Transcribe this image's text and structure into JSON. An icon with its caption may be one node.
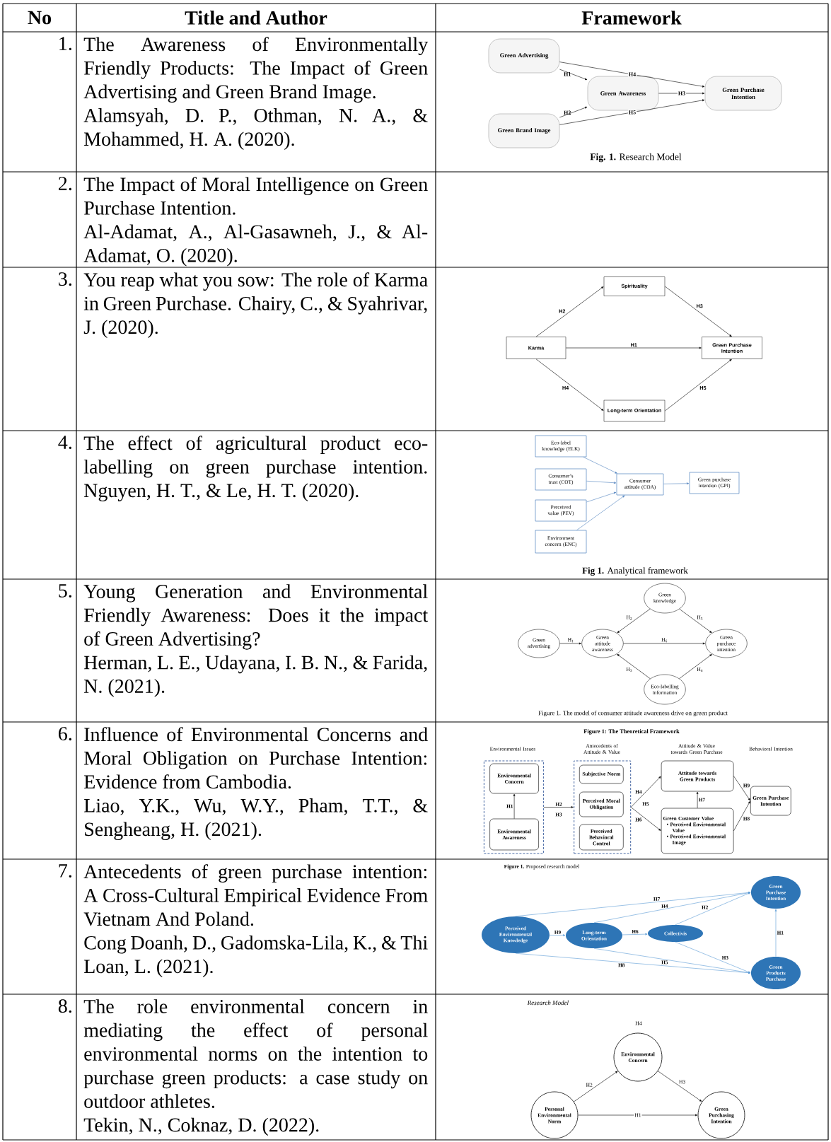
{
  "diagram": {
    "nodes": [
      {
        "text": [
          "Green Advertising"
        ]
      },
      {
        "text": [
          "Green Brand Image"
        ]
      },
      {
        "text": [
          "Green Awareness"
        ]
      },
      {
        "text": [
          "Green Purchase Intention"
        ]
      },
      {
        "text": [
          "Spirituality"
        ]
      },
      {
        "text": [
          "Karma"
        ]
      },
      {
        "text": [
          "Green Purchase Intention"
        ]
      },
      {
        "text": [
          "Long-term Orientation"
        ]
      },
      {
        "text": [
          "Eco-label knowledge (ELK)"
        ]
      },
      {
        "text": [
          "Consumer’s trust (COT)"
        ]
      },
      {
        "text": [
          "Perceived value (PEV)"
        ]
      },
      {
        "text": [
          "Environment concern (ENC)"
        ]
      },
      {
        "text": [
          "Consumer attitude (COA)"
        ]
      },
      {
        "text": [
          "Green purchase intention (GPI)"
        ]
      },
      {
        "text": [
          "Green knowledge"
        ]
      },
      {
        "text": [
          "Green advertising"
        ]
      },
      {
        "text": [
          "Green attitude awareness"
        ]
      },
      {
        "text": [
          "Green purchace intention"
        ]
      },
      {
        "text": [
          "Eco-labelling information"
        ]
      },
      {
        "text": [],
        "shape": "box"
      },
      {
        "text": [
          "Environmental Concern"
        ],
        "in": 19
      },
      {
        "text": [
          "Environmental Awareness"
        ],
        "in": 19
      },
      {
        "text": [],
        "shape": "box"
      },
      {
        "text": [
          "Subjective Norm"
        ],
        "in": 22
      },
      {
        "text": [
          "Perceived Moral Obligation"
        ],
        "in": 22
      },
      {
        "text": [
          "Perceived Behavioral Control"
        ],
        "in": 22
      },
      {
        "text": [
          "Attitude towards Green Products"
        ]
      },
      {
        "text": [
          "Green Customer Value",
          "• Perceived Environmental Value",
          "• Perceived Environmental Image"
        ]
      },
      {
        "text": [
          "Green Purchase Intention"
        ]
      },
      {
        "text": [
          "Green Purchase Intention"
        ]
      },
      {
        "text": [
          "Perceived Environmental Knowledge"
        ]
      },
      {
        "text": [
          "Long-term Orientation"
        ]
      },
      {
        "text": [
          "Collectivis"
        ]
      },
      {
        "text": [
          "Green Products Purchase"
        ]
      },
      {
        "text": [
          "Environmental Concern"
        ]
      },
      {
        "text": [
          "Personal Environmental Norm"
        ]
      },
      {
        "text": [
          "Green Purchasing Intention"
        ]
      }
    ],
    "edges": [
      {
        "from": 0,
        "to": 2,
        "arrow": "to",
        "label": "H1"
      },
      {
        "from": 1,
        "to": 2,
        "arrow": "to",
        "label": "H2"
      },
      {
        "from": 2,
        "to": 3,
        "arrow": "to",
        "label": "H3"
      },
      {
        "from": 0,
        "to": 3,
        "arrow": "to",
        "label": "H4"
      },
      {
        "from": 1,
        "to": 3,
        "arrow": "to",
        "label": "H5"
      },
      {
        "from": 5,
        "to": 4,
        "arrow": "to",
        "label": "H2"
      },
      {
        "from": 4,
        "to": 6,
        "arrow": "to",
        "label": "H3"
      },
      {
        "from": 5,
        "to": 6,
        "arrow": "to",
        "label": "H1"
      },
      {
        "from": 5,
        "to": 7,
        "arrow": "to",
        "label": "H4"
      },
      {
        "from": 7,
        "to": 6,
        "arrow": "to",
        "label": "H5"
      },
      {
        "from": 8,
        "to": 12,
        "arrow": "to",
        "color": "#4f81bd"
      },
      {
        "from": 9,
        "to": 12,
        "arrow": "to",
        "color": "#4f81bd"
      },
      {
        "from": 10,
        "to": 12,
        "arrow": "to",
        "color": "#4f81bd"
      },
      {
        "from": 11,
        "to": 12,
        "arrow": "to",
        "color": "#4f81bd"
      },
      {
        "from": 12,
        "to": 13,
        "arrow": "to",
        "color": "#4f81bd"
      },
      {
        "from": 15,
        "to": 16,
        "arrow": "to",
        "label": "H$_{1}$"
      },
      {
        "from": 14,
        "to": 16,
        "arrow": "to",
        "label": "H$_{2}$"
      },
      {
        "from": 18,
        "to": 16,
        "arrow": "to",
        "label": "H$_{3}$"
      },
      {
        "from": 18,
        "to": 17,
        "arrow": "to",
        "label": "H$_{4}$"
      },
      {
        "from": 14,
        "to": 17,
        "arrow": "to",
        "label": "H$_{5}$"
      },
      {
        "from": 16,
        "to": 17,
        "arrow": "to",
        "label": "H$_{6}$"
      },
      {
        "from": 21,
        "to": 20,
        "arrow": "to",
        "label": "H1"
      },
      {
        "from": 19,
        "to": 22,
        "arrow": "to",
        "label": "H2"
      },
      {
        "from": 22,
        "to": 26,
        "arrow": "to",
        "label": "H4"
      },
      {
        "from": 22,
        "to": 27,
        "arrow": "to",
        "label": "H6"
      },
      {
        "from": 27,
        "to": 26,
        "arrow": "to",
        "label": "H7"
      },
      {
        "from": 26,
        "to": 28,
        "arrow": "to",
        "label": "H9"
      },
      {
        "from": 27,
        "to": 28,
        "arrow": "to",
        "label": "H8"
      },
      {
        "from": 30,
        "to": 31,
        "arrow": "to",
        "label": "H9",
        "color": "#5b9bd5"
      },
      {
        "from": 31,
        "to": 32,
        "arrow": "to",
        "label": "H6",
        "color": "#5b9bd5"
      },
      {
        "from": 30,
        "to": 29,
        "arrow": "to",
        "label": "H7",
        "color": "#5b9bd5"
      },
      {
        "from": 31,
        "to": 29,
        "arrow": "to",
        "label": "H4",
        "color": "#5b9bd5"
      },
      {
        "from": 32,
        "to": 29,
        "arrow": "to",
        "label": "H2",
        "color": "#5b9bd5"
      },
      {
        "from": 33,
        "to": 29,
        "arrow": "to",
        "label": "H1",
        "color": "#5b9bd5"
      },
      {
        "from": 30,
        "to": 33,
        "arrow": "to",
        "label": "H8",
        "color": "#5b9bd5"
      },
      {
        "from": 31,
        "to": 33,
        "arrow": "to",
        "label": "H5",
        "color": "#5b9bd5"
      },
      {
        "from": 32,
        "to": 33,
        "arrow": "to",
        "label": "H3",
        "color": "#5b9bd5"
      },
      {
        "from": 35,
        "to": 34,
        "arrow": "to",
        "label": "H2"
      },
      {
        "from": 34,
        "to": 36,
        "arrow": "to",
        "label": "H3"
      },
      {
        "from": 35,
        "to": 36,
        "arrow": "to",
        "label": "H1"
      }
    ],
    "labels": [
      "No",
      "Title and Author",
      "Framework",
      "1.",
      "The Awareness of Environmentally Friendly Products: The Impact of Green Advertising and Green Brand Image.",
      "Alamsyah, D. P., Othman, N. A., & Mohammed, H. A. (2020).",
      "**Fig. 1.** Research Model",
      "2.",
      "The Impact of Moral Intelligence on Green Purchase Intention.",
      "Al-Adamat, A., Al-Gasawneh, J., & Al-Adamat, O. (2020).",
      "3.",
      "You reap what you sow: The role of Karma in Green Purchase. Chairy, C., & Syahrivar, J. (2020).",
      "4.",
      "The effect of agricultural product eco-labelling on green purchase intention. Nguyen, H. T., & Le, H. T. (2020).",
      "**Fig 1.** Analytical framework",
      "5.",
      "Young Generation and Environmental Friendly Awareness: Does it the impact of Green Advertising?",
      "Herman, L. E., Udayana, I. B. N., & Farida, N. (2021).",
      "Figure 1. The model of consumer attitude awareness drive on green product",
      "6.",
      "Influence of Environmental Concerns and Moral Obligation on Purchase Intention: Evidence from Cambodia.",
      "Liao, Y.K., Wu, W.Y., Pham, T.T., & Sengheang, H. (2021).",
      "Figure 1: The Theoretical Framework",
      "Environmental Issues",
      "Antecedents of Attitude & Value",
      "Attitude & Value towards Green Purchase",
      "Behavioral Intention",
      "H3",
      "H5",
      "7.",
      "Antecedents of green purchase intention: A Cross-Cultural Empirical Evidence From Vietnam And Poland.",
      "Cong Doanh, D., Gadomska-Lila, K., & Thi Loan, L. (2021).",
      "**Figure 1.** Proposed research model",
      "8.",
      "The role environmental concern in mediating the effect of personal environmental norms on the intention to purchase green products: a case study on outdoor athletes.",
      "Tekin, N., Coknaz, D. (2022).",
      "Research Model",
      "H4"
    ]
  }
}
